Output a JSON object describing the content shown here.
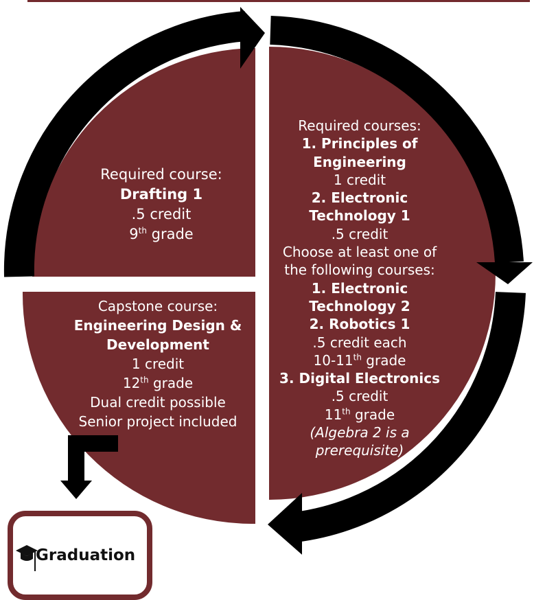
{
  "colors": {
    "quadrant": "#722b2e",
    "arrow": "#000000",
    "text": "#ffffff",
    "top_bar": "#722b2e"
  },
  "quadrant_top_left": {
    "line1": "Required course:",
    "line2": "Drafting 1",
    "line3": ".5 credit",
    "grade_num": "9",
    "grade_sup": "th",
    "grade_rest": " grade"
  },
  "quadrant_right": {
    "l1": "Required courses:",
    "l2": "1. Principles of",
    "l3": "Engineering",
    "l4": "1 credit",
    "l5": "2. Electronic",
    "l6": "Technology 1",
    "l7": ".5 credit",
    "l8": "Choose at least one of",
    "l9": "the following courses:",
    "l10": "1. Electronic",
    "l11": "Technology  2",
    "l12": "2. Robotics 1",
    "l13": ".5 credit each",
    "l14_num": "10-11",
    "l14_sup": "th",
    "l14_rest": " grade",
    "l15": "3. Digital Electronics",
    "l16": ".5 credit",
    "l17_num": "11",
    "l17_sup": "th",
    "l17_rest": " grade",
    "l18": "(Algebra 2 is a",
    "l19": "prerequisite)"
  },
  "quadrant_bottom_left": {
    "l1": "Capstone course:",
    "l2": "Engineering Design &",
    "l3": "Development",
    "l4": "1 credit",
    "l5_num": "12",
    "l5_sup": "th",
    "l5_rest": " grade",
    "l6": "Dual credit possible",
    "l7": "Senior project included"
  },
  "graduation": {
    "label": "Graduation",
    "icon": "graduation-cap-icon"
  }
}
